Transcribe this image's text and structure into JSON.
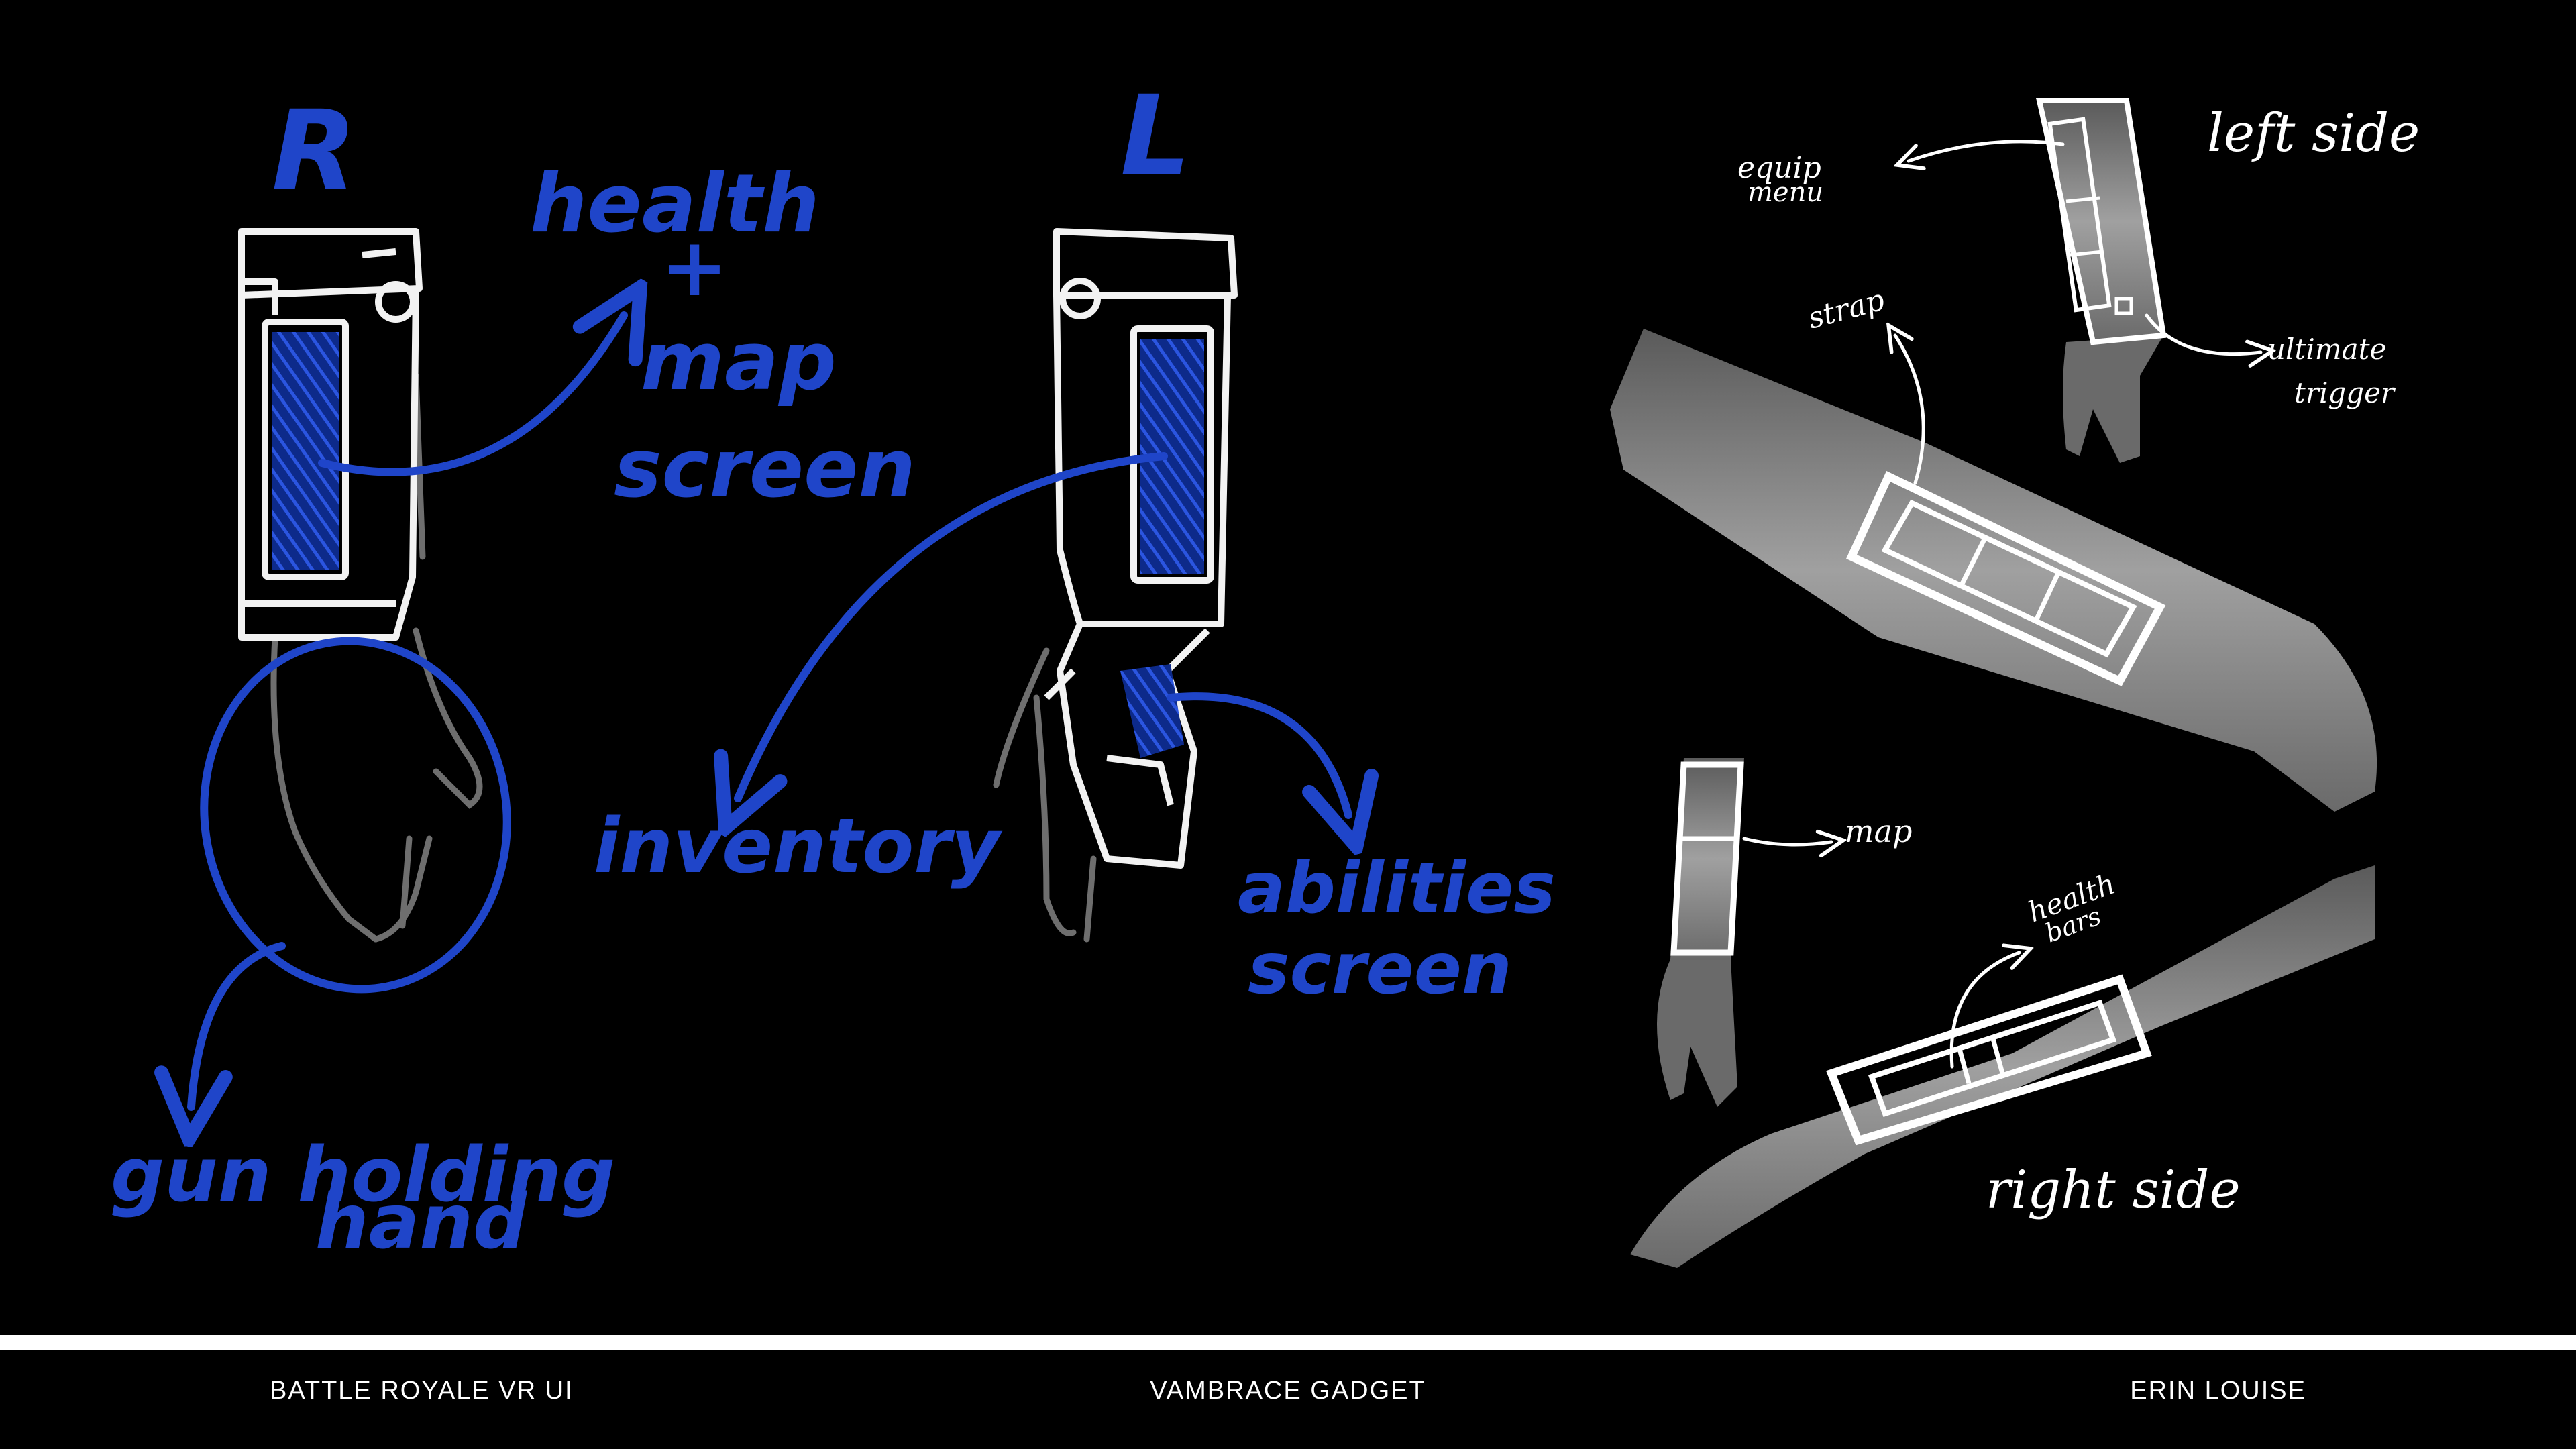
{
  "colors": {
    "background": "#000000",
    "sketch_blue": "#1f45c9",
    "chalk": "#f2f2f2",
    "arm_grey": "#8d8d8d"
  },
  "left_sketch": {
    "right_hand_label": "R",
    "left_hand_label": "L",
    "annotations": {
      "health_map": [
        "health",
        "+",
        "map",
        "screen"
      ],
      "inventory": "inventory",
      "abilities": [
        "abilities",
        "screen"
      ],
      "gun_hand": [
        "gun holding",
        "hand"
      ]
    }
  },
  "right_render": {
    "top_title": "left side",
    "bottom_title": "right side",
    "labels": {
      "equip_menu": [
        "equip",
        "menu"
      ],
      "strap": "strap",
      "ultimate_trigger": [
        "ultimate",
        "trigger"
      ],
      "map": "map",
      "health_bars": [
        "health",
        "bars"
      ]
    }
  },
  "footer": {
    "left": "BATTLE ROYALE VR UI",
    "center": "VAMBRACE GADGET",
    "right": "ERIN LOUISE"
  }
}
